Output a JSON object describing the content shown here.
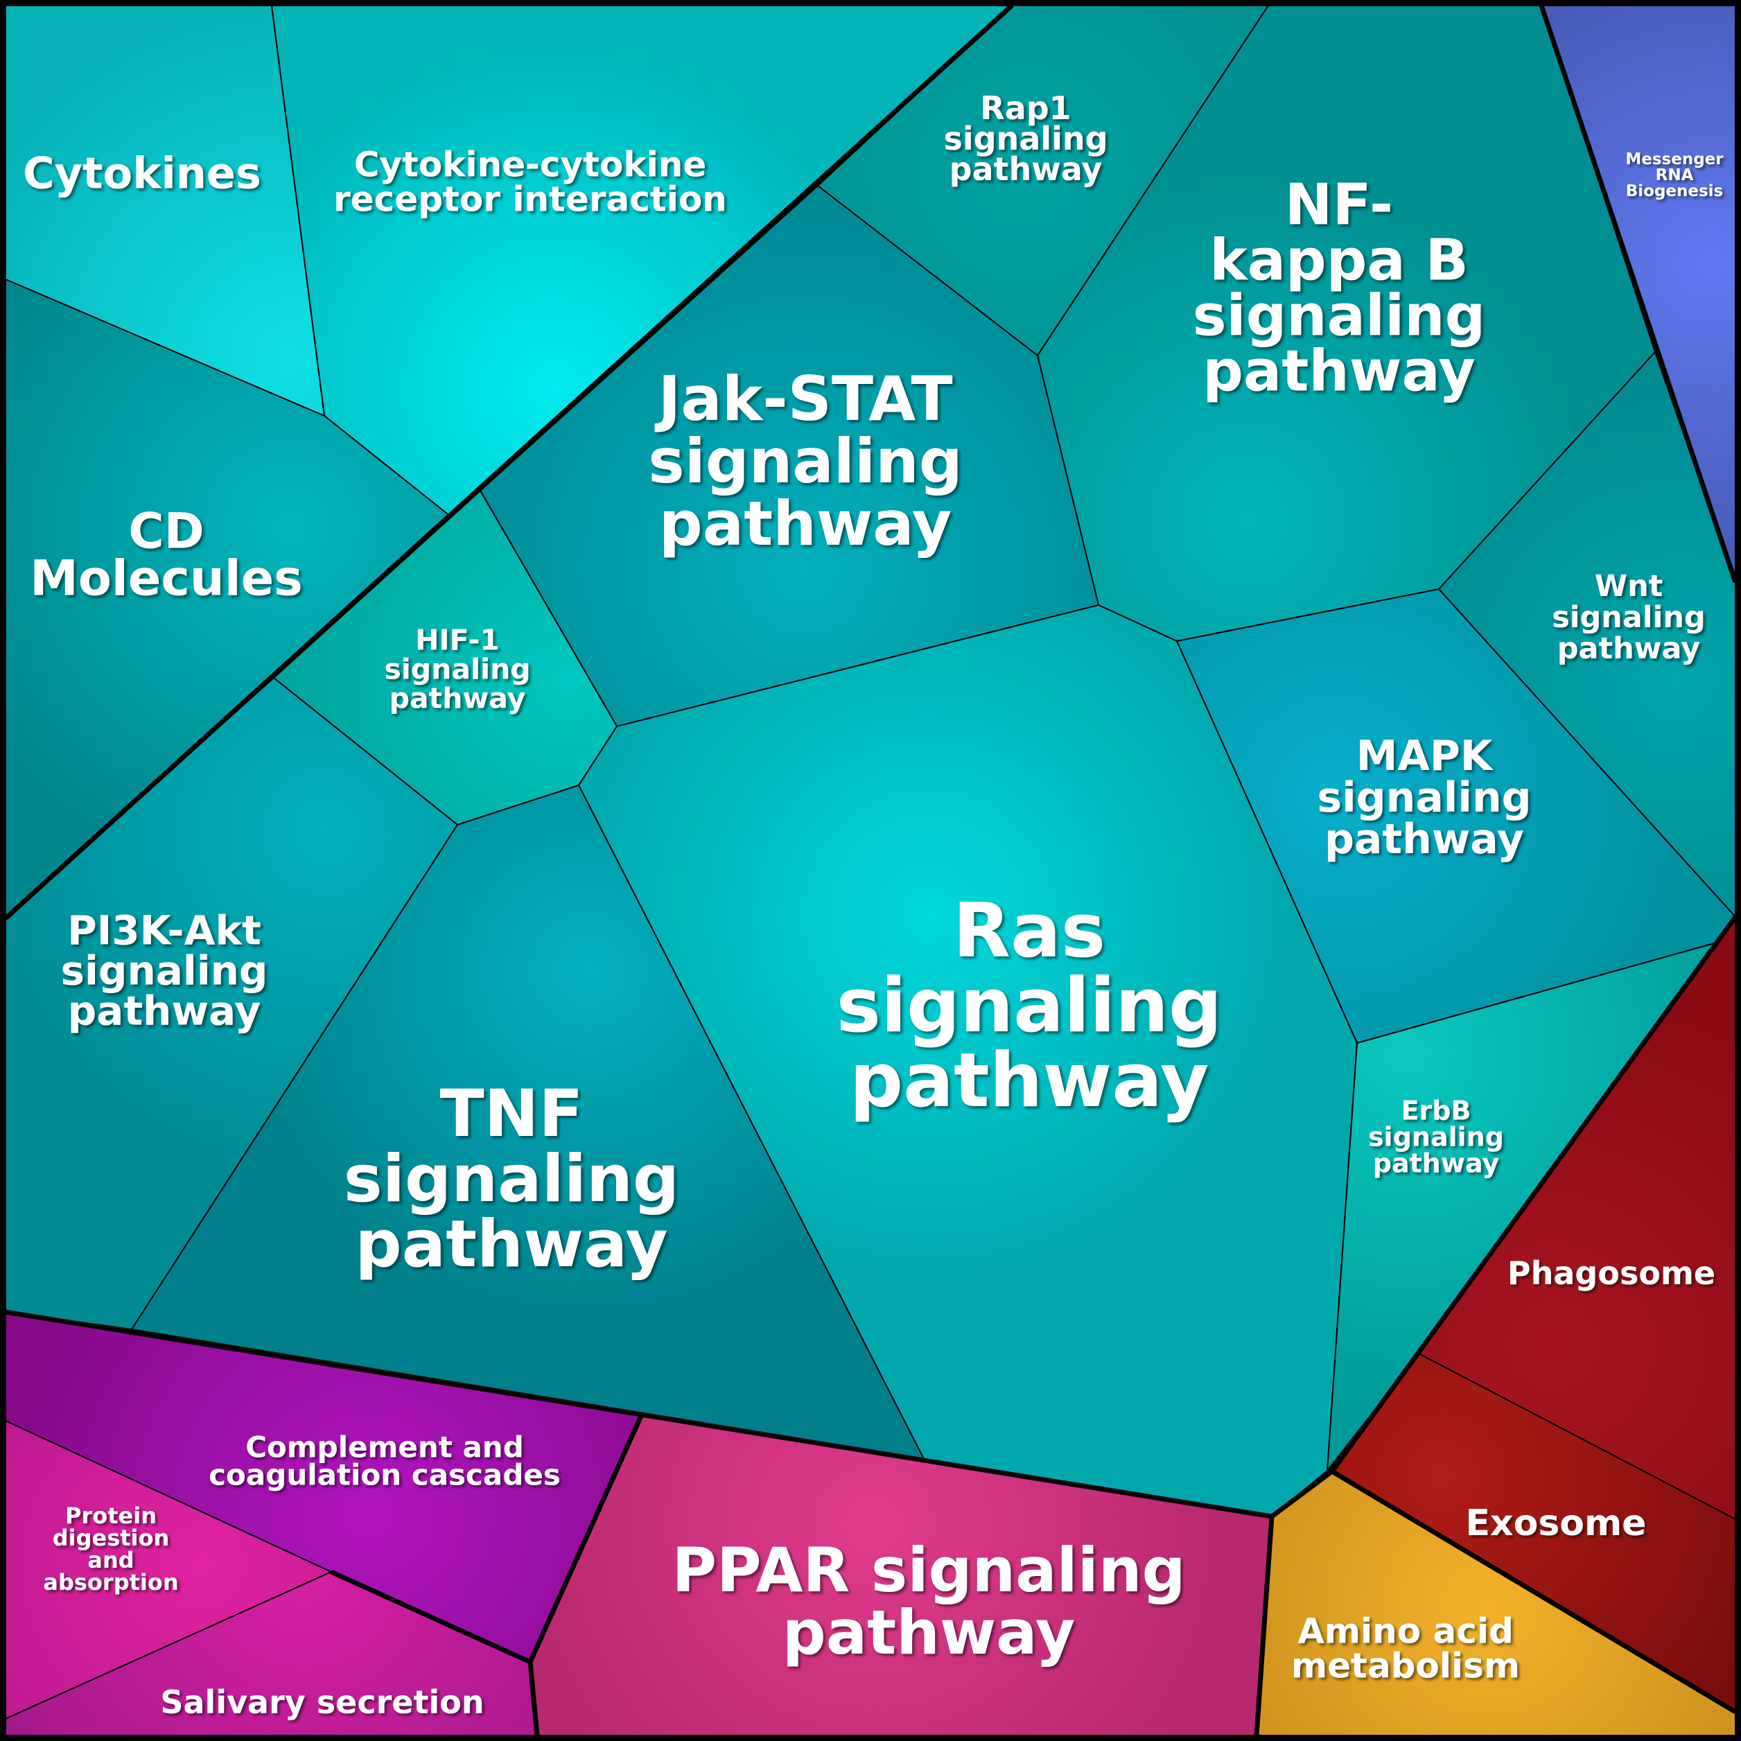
{
  "colors": {
    "cyan": "#00bfc8",
    "teal": "#009aa0",
    "deep_teal": "#00868c",
    "purple": "#8e1499",
    "magenta": "#cc1f9a",
    "pink": "#d63583",
    "red": "#9c0c16",
    "gold": "#e89c1c",
    "blue": "#4e62dc"
  },
  "cells": [
    {
      "id": "cytokines",
      "lines": [
        "Cytokines"
      ],
      "group": "cyan"
    },
    {
      "id": "cytokine-receptor",
      "lines": [
        "Cytokine-cytokine",
        "receptor interaction"
      ],
      "group": "cyan"
    },
    {
      "id": "rap1",
      "lines": [
        "Rap1",
        "signaling",
        "pathway"
      ],
      "group": "teal"
    },
    {
      "id": "nfkb",
      "lines": [
        "NF-",
        "kappa B",
        "signaling",
        "pathway"
      ],
      "group": "teal"
    },
    {
      "id": "mrna",
      "lines": [
        "Messenger",
        "RNA",
        "Biogenesis"
      ],
      "group": "blue"
    },
    {
      "id": "cd-molecules",
      "lines": [
        "CD",
        "Molecules"
      ],
      "group": "teal"
    },
    {
      "id": "jak-stat",
      "lines": [
        "Jak-STAT",
        "signaling",
        "pathway"
      ],
      "group": "teal"
    },
    {
      "id": "hif1",
      "lines": [
        "HIF-1",
        "signaling",
        "pathway"
      ],
      "group": "teal"
    },
    {
      "id": "wnt",
      "lines": [
        "Wnt",
        "signaling",
        "pathway"
      ],
      "group": "teal"
    },
    {
      "id": "mapk",
      "lines": [
        "MAPK",
        "signaling",
        "pathway"
      ],
      "group": "teal"
    },
    {
      "id": "pi3k",
      "lines": [
        "PI3K-Akt",
        "signaling",
        "pathway"
      ],
      "group": "teal"
    },
    {
      "id": "ras",
      "lines": [
        "Ras",
        "signaling",
        "pathway"
      ],
      "group": "cyan"
    },
    {
      "id": "tnf",
      "lines": [
        "TNF",
        "signaling",
        "pathway"
      ],
      "group": "teal"
    },
    {
      "id": "erbb",
      "lines": [
        "ErbB",
        "signaling",
        "pathway"
      ],
      "group": "teal"
    },
    {
      "id": "phagosome",
      "lines": [
        "Phagosome"
      ],
      "group": "red"
    },
    {
      "id": "complement",
      "lines": [
        "Complement and",
        "coagulation cascades"
      ],
      "group": "purple"
    },
    {
      "id": "protein-digestion",
      "lines": [
        "Protein",
        "digestion",
        "and",
        "absorption"
      ],
      "group": "magenta"
    },
    {
      "id": "ppar",
      "lines": [
        "PPAR signaling",
        "pathway"
      ],
      "group": "pink"
    },
    {
      "id": "exosome",
      "lines": [
        "Exosome"
      ],
      "group": "red"
    },
    {
      "id": "amino-acid",
      "lines": [
        "Amino acid",
        "metabolism"
      ],
      "group": "gold"
    },
    {
      "id": "salivary",
      "lines": [
        "Salivary secretion"
      ],
      "group": "magenta"
    }
  ]
}
